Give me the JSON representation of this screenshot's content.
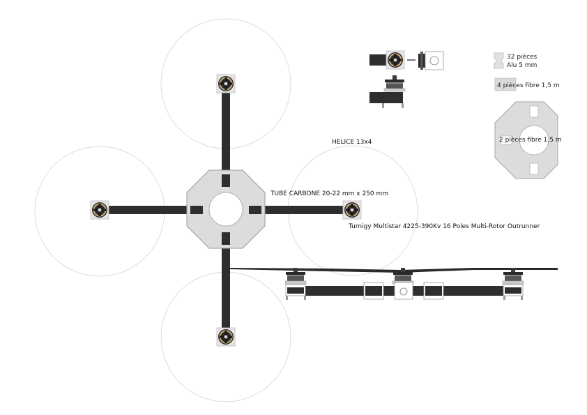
{
  "labels": {
    "helice": "HELICE 13x4",
    "tube": "TUBE CARBONE 20-22 mm x 250 mm",
    "motor": "Turnigy Multistar 4225-390Kv 16 Poles Multi-Rotor Outrunner",
    "alu_count": "32 pièces",
    "alu_material": "Alu 5 mm",
    "fibre4": "4 pièces fibre 1,5 m",
    "fibre2": "2 pièces fibre 1,5 m"
  },
  "colors": {
    "arm": "#2e2e2e",
    "plate": "#dcdcdc",
    "plate_stroke": "#9a9a9a",
    "prop_circle": "#d4d4d4",
    "motor_ring": "#b9a27a"
  }
}
